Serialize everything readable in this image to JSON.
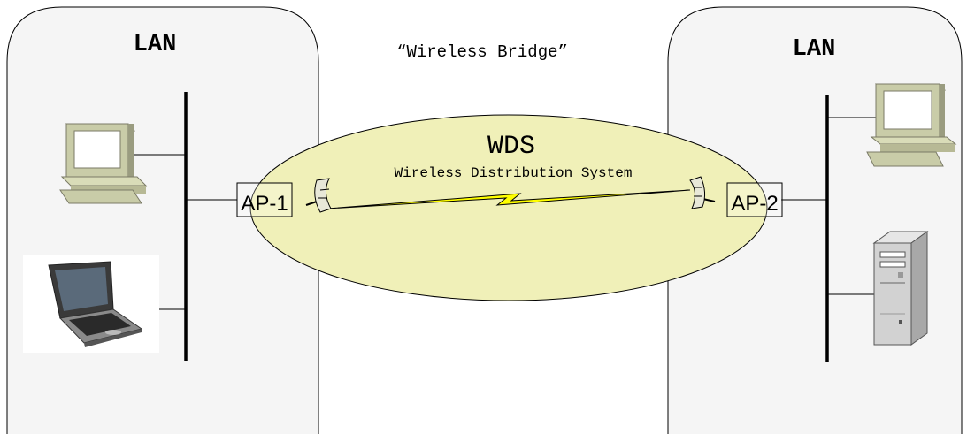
{
  "left_lan": {
    "title": "LAN"
  },
  "right_lan": {
    "title": "LAN"
  },
  "bridge_caption": "“Wireless Bridge”",
  "wds": {
    "title": "WDS",
    "subtitle": "Wireless Distribution System",
    "fill_color": "#f0f0b8",
    "link_color": "#ffff00"
  },
  "access_points": [
    {
      "label": "AP-1"
    },
    {
      "label": "AP-2"
    }
  ],
  "icons": {
    "left": [
      "desktop-computer-icon",
      "laptop-icon"
    ],
    "right": [
      "desktop-computer-icon",
      "tower-server-icon"
    ],
    "antennas": [
      "antenna-icon",
      "antenna-icon"
    ]
  }
}
